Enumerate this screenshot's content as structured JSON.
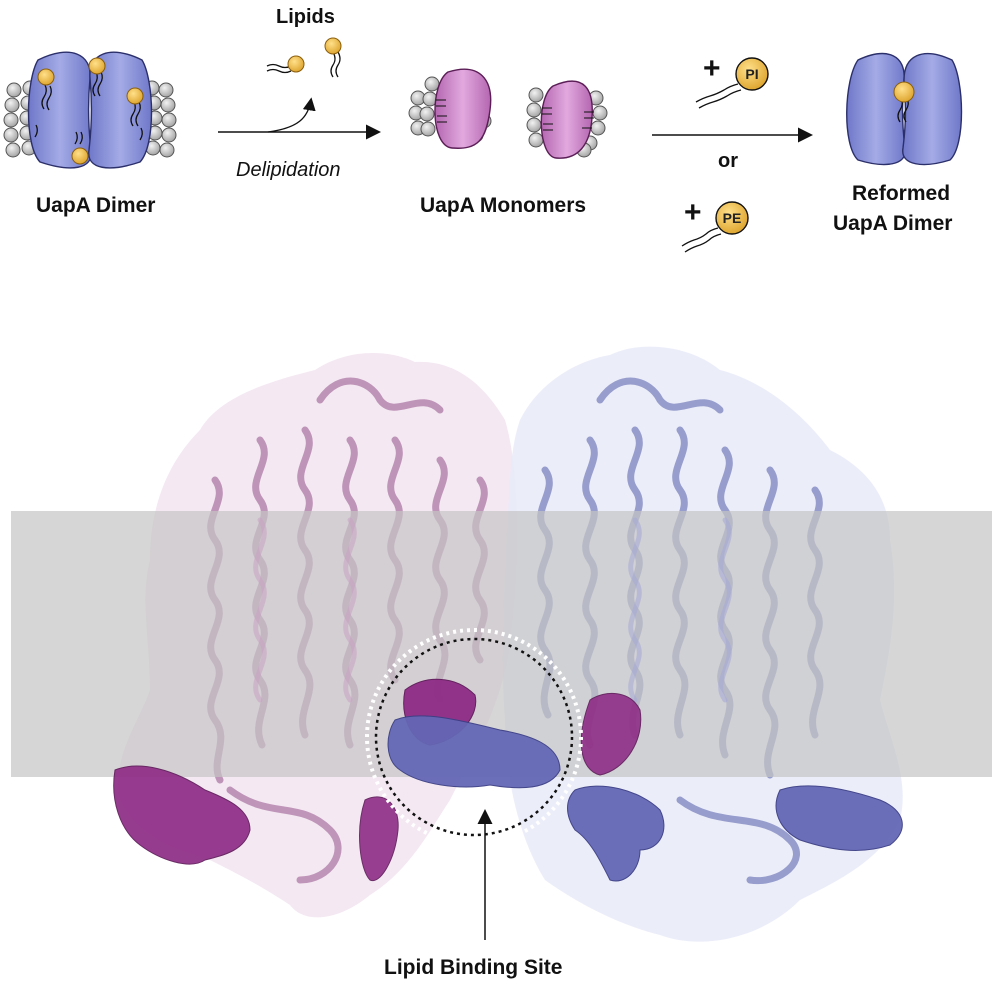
{
  "top": {
    "lipids_label": "Lipids",
    "dimer_label": "UapA Dimer",
    "delipidation_label": "Delipidation",
    "monomers_label": "UapA Monomers",
    "or_label": "or",
    "plus_symbol": "+",
    "pi_label": "PI",
    "pe_label": "PE",
    "reformed_line1": "Reformed",
    "reformed_line2": "UapA Dimer"
  },
  "bottom": {
    "binding_site_label": "Lipid Binding Site"
  },
  "colors": {
    "blue_protein": "#8a93d8",
    "pink_protein": "#c880c3",
    "lipid_head": "#eab53d",
    "grey_lipid": "#c9c9c9",
    "membrane": "#d3d3d3",
    "magenta_lipid": "#8e2c86",
    "blue_lipid": "#6467b5"
  }
}
